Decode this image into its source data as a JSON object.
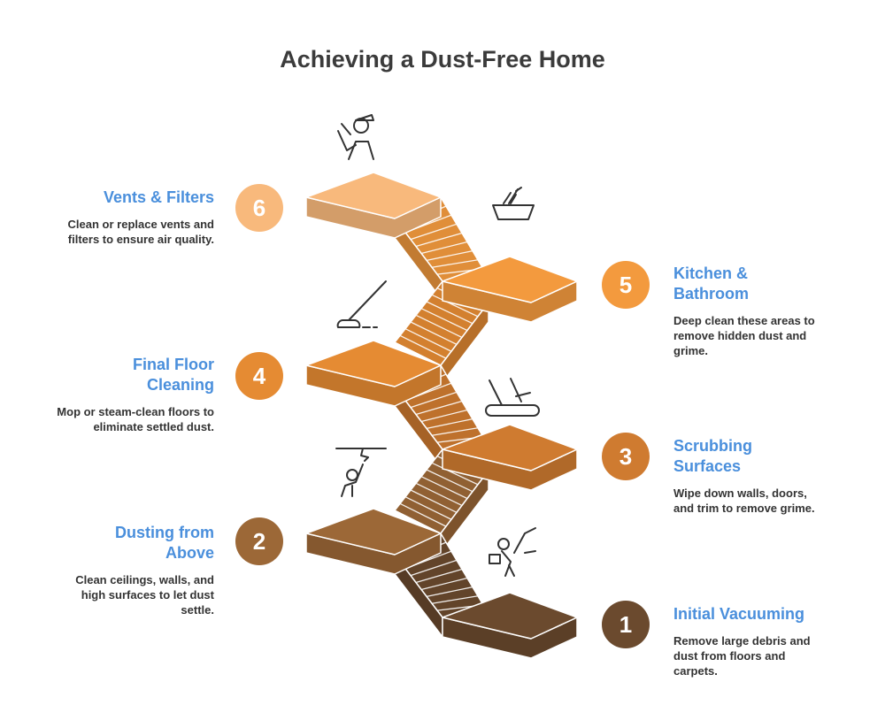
{
  "title": "Achieving a Dust-Free Home",
  "steps": [
    {
      "number": "1",
      "title": "Initial Vacuuming",
      "description": "Remove large debris and dust from floors and carpets.",
      "color": "#6b4a2e",
      "icon": "vacuum-person-icon"
    },
    {
      "number": "2",
      "title": "Dusting from Above",
      "description": "Clean ceilings, walls, and high surfaces to let dust settle.",
      "color": "#9c6837",
      "icon": "ceiling-dusting-person-icon"
    },
    {
      "number": "3",
      "title": "Scrubbing Surfaces",
      "description": "Wipe down walls, doors, and trim to remove grime.",
      "color": "#cf7b30",
      "icon": "scrubbing-hand-icon"
    },
    {
      "number": "4",
      "title": "Final Floor Cleaning",
      "description": "Mop or steam-clean floors to eliminate settled dust.",
      "color": "#e58b33",
      "icon": "mop-icon"
    },
    {
      "number": "5",
      "title": "Kitchen & Bathroom",
      "description": "Deep clean these areas to remove hidden dust and grime.",
      "color": "#f39a3e",
      "icon": "scrub-brush-basin-icon"
    },
    {
      "number": "6",
      "title": "Vents & Filters",
      "description": "Clean or replace vents and filters to ensure air quality.",
      "color": "#f8b97c",
      "icon": "technician-icon"
    }
  ]
}
